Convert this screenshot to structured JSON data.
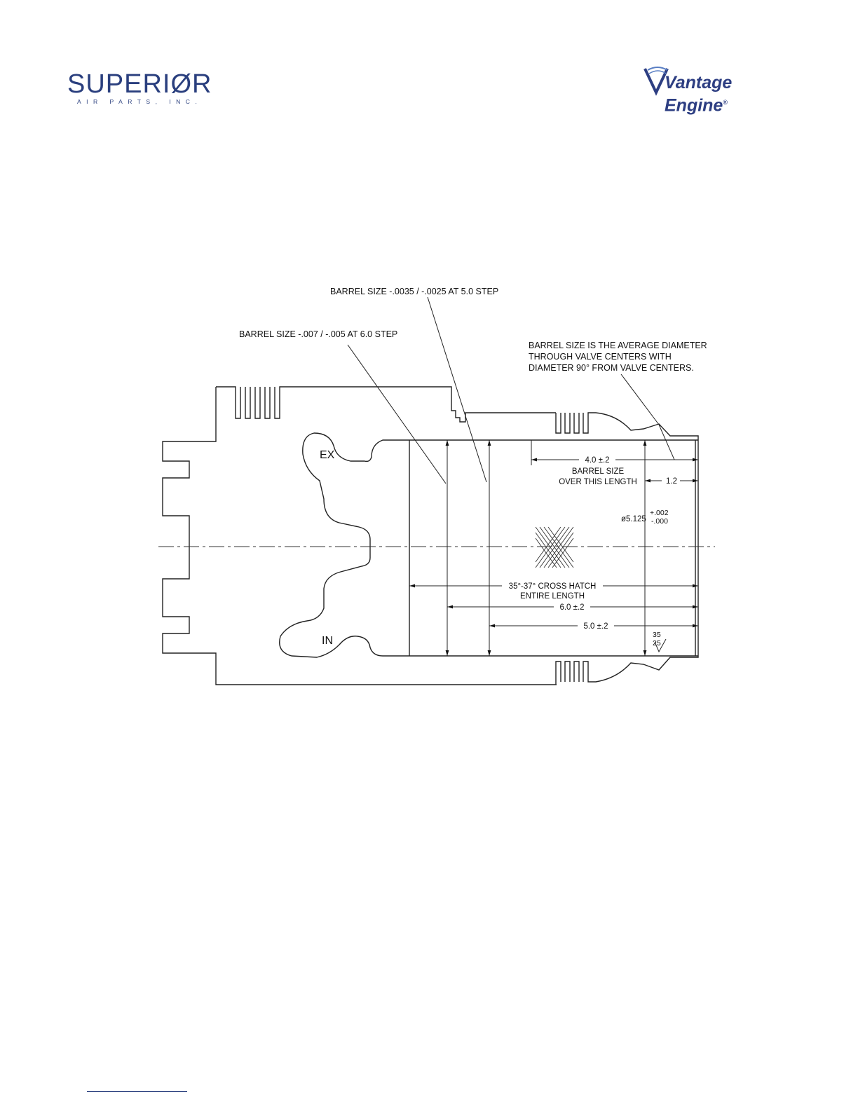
{
  "header": {
    "left_logo": {
      "text": "SUPERIØR",
      "subtext": "AIR PARTS, INC.",
      "color": "#2a3f7e"
    },
    "right_logo": {
      "text": "Vantage Engine",
      "mark": "®",
      "color": "#2d3e82"
    }
  },
  "diagram": {
    "notes": {
      "barrel_5_step": "BARREL SIZE -.0035 / -.0025 AT 5.0 STEP",
      "barrel_6_step": "BARREL SIZE -.007 / -.005 AT 6.0 STEP",
      "barrel_definition": [
        "BARREL SIZE IS THE AVERAGE DIAMETER",
        "THROUGH VALVE CENTERS WITH",
        "DIAMETER 90° FROM VALVE CENTERS."
      ]
    },
    "ports": {
      "exhaust": "EX",
      "intake": "IN"
    },
    "dimensions": {
      "barrel_length": "4.0 ±.2",
      "barrel_size_label": [
        "BARREL SIZE",
        "OVER THIS LENGTH"
      ],
      "edge_offset": "1.2",
      "bore_diameter": "ø5.125",
      "bore_tol_plus": "+.002",
      "bore_tol_minus": "-.000",
      "cross_hatch": [
        "35°-37° CROSS HATCH",
        "ENTIRE LENGTH"
      ],
      "step_6": "6.0 ±.2",
      "step_5": "5.0 ±.2",
      "finish_upper": "35",
      "finish_lower": "25"
    }
  }
}
